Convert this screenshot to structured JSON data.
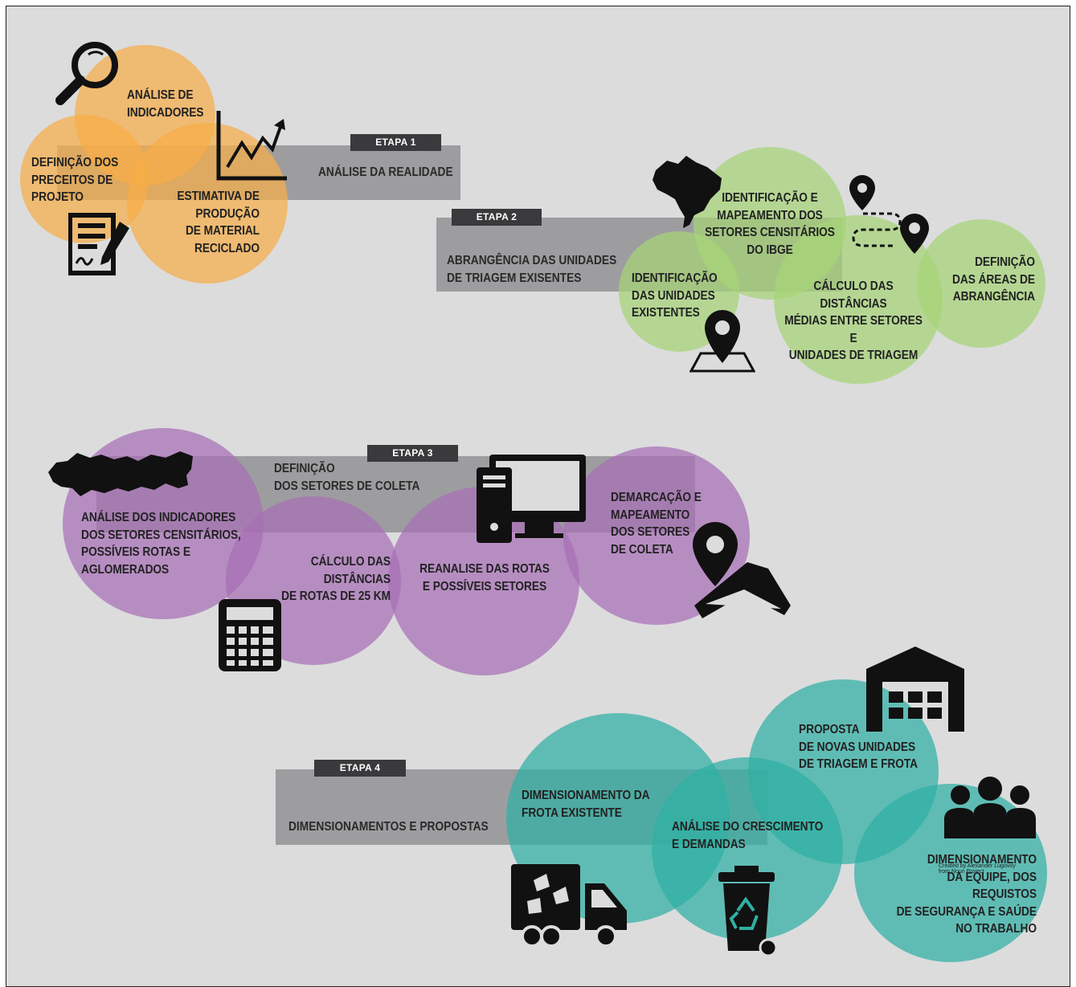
{
  "colors": {
    "background": "#dcdcdd",
    "band": "#8c8c8e",
    "tag": "#3a3a3c",
    "etapa1": "#f6ad47",
    "etapa2": "#a6d476",
    "etapa3": "#a86fb5",
    "etapa4": "#2fb0a3"
  },
  "etapa1": {
    "tag": "ETAPA 1",
    "band_title": "ANÁLISE DA REALIDADE",
    "items": [
      "ANÁLISE DE\nINDICADORES",
      "DEFINIÇÃO DOS\nPRECEITOS DE\nPROJETO",
      "ESTIMATIVA DE\nPRODUÇÃO\nDE MATERIAL\nRECICLADO"
    ],
    "icons": [
      "magnifier-icon",
      "growth-chart-icon",
      "document-signature-icon"
    ]
  },
  "etapa2": {
    "tag": "ETAPA 2",
    "band_title": "ABRANGÊNCIA DAS UNIDADES\nDE TRIAGEM EXISENTES",
    "items": [
      "IDENTIFICAÇÃO E\nMAPEAMENTO DOS\nSETORES CENSITÁRIOS\nDO IBGE",
      "IDENTIFICAÇÃO\nDAS UNIDADES\nEXISTENTES",
      "CÁLCULO DAS DISTÂNCIAS\nMÉDIAS ENTRE SETORES E\nUNIDADES DE TRIAGEM",
      "DEFINIÇÃO\nDAS ÁREAS DE\nABRANGÊNCIA"
    ],
    "icons": [
      "brazil-map-icon",
      "route-pins-icon",
      "map-pin-icon"
    ]
  },
  "etapa3": {
    "tag": "ETAPA 3",
    "band_title": "DEFINIÇÃO\nDOS SETORES DE COLETA",
    "items": [
      "ANÁLISE DOS INDICADORES\nDOS SETORES CENSITÁRIOS,\nPOSSÍVEIS ROTAS E\nAGLOMERADOS",
      "CÁLCULO DAS DISTÂNCIAS\nDE ROTAS DE 25 KM",
      "REANALISE DAS ROTAS\nE POSSÍVEIS SETORES",
      "DEMARCAÇÃO E\nMAPEAMENTO\nDOS SETORES\nDE COLETA"
    ],
    "icons": [
      "state-map-icon",
      "calculator-icon",
      "computer-icon",
      "map-location-icon"
    ]
  },
  "etapa4": {
    "tag": "ETAPA 4",
    "band_title": "DIMENSIONAMENTOS  E PROPOSTAS",
    "items": [
      "DIMENSIONAMENTO DA\nFROTA EXISTENTE",
      "ANÁLISE DO CRESCIMENTO\nE DEMANDAS",
      "PROPOSTA\nDE NOVAS UNIDADES\nDE TRIAGEM E FROTA",
      "DIMENSIONAMENTO\nDA EQUIPE, DOS REQUISTOS\nDE SEGURANÇA E SAÚDE\nNO TRABALHO"
    ],
    "credit": "Created by Alexander Lugovoy\nfrom Noun Project",
    "icons": [
      "recycling-truck-icon",
      "recycle-bin-icon",
      "warehouse-icon",
      "team-icon"
    ]
  }
}
